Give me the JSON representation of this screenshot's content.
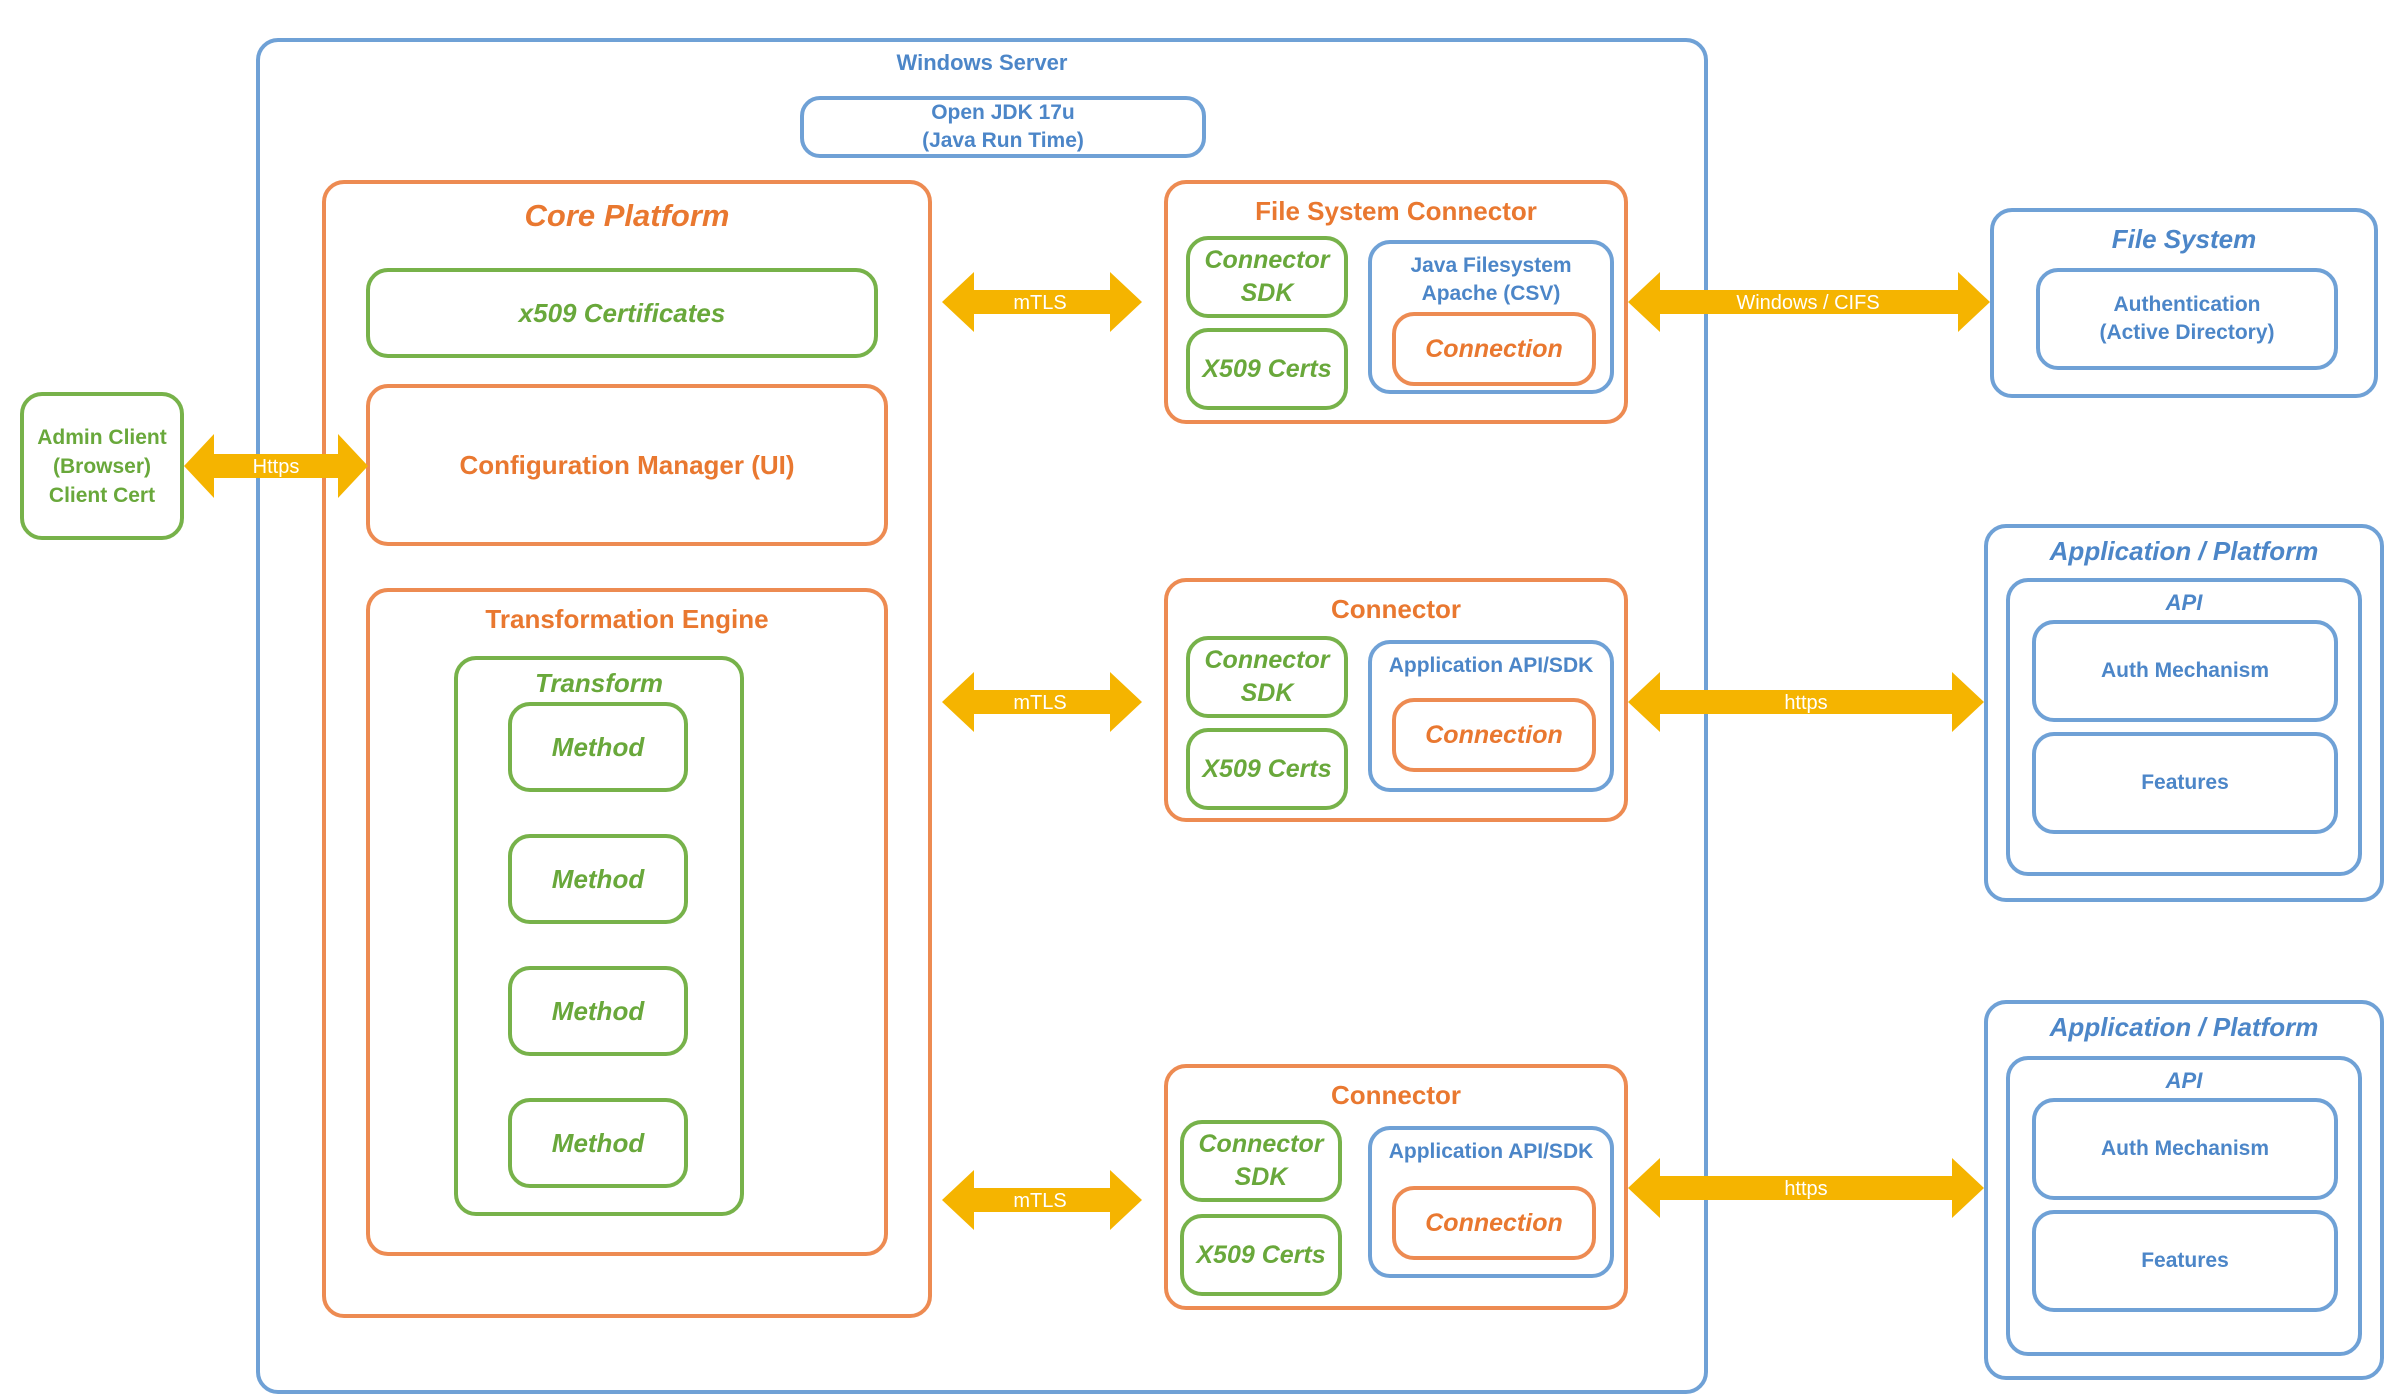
{
  "server": {
    "title": "Windows Server"
  },
  "jdk": {
    "line1": "Open JDK 17u",
    "line2": "(Java Run Time)"
  },
  "core": {
    "title": "Core Platform",
    "certs": "x509 Certificates",
    "config": "Configuration Manager (UI)",
    "engine": {
      "title": "Transformation Engine",
      "transform": "Transform",
      "methods": [
        "Method",
        "Method",
        "Method",
        "Method"
      ]
    }
  },
  "admin": {
    "line1": "Admin Client",
    "line2": "(Browser)",
    "line3": "Client Cert"
  },
  "connectors": [
    {
      "title": "File System Connector",
      "sdk_line1": "Connector",
      "sdk_line2": "SDK",
      "certs": "X509 Certs",
      "inner_line1": "Java Filesystem",
      "inner_line2": "Apache (CSV)",
      "connection": "Connection"
    },
    {
      "title": "Connector",
      "sdk_line1": "Connector",
      "sdk_line2": "SDK",
      "certs": "X509 Certs",
      "inner_line1": "Application API/SDK",
      "connection": "Connection"
    },
    {
      "title": "Connector",
      "sdk_line1": "Connector",
      "sdk_line2": "SDK",
      "certs": "X509 Certs",
      "inner_line1": "Application API/SDK",
      "connection": "Connection"
    }
  ],
  "filesystem": {
    "title": "File System",
    "auth_line1": "Authentication",
    "auth_line2": "(Active Directory)"
  },
  "platforms": [
    {
      "title": "Application / Platform",
      "api": "API",
      "auth": "Auth Mechanism",
      "features": "Features"
    },
    {
      "title": "Application / Platform",
      "api": "API",
      "auth": "Auth Mechanism",
      "features": "Features"
    }
  ],
  "arrows": {
    "https": "Https",
    "mtls_1": "mTLS",
    "mtls_2": "mTLS",
    "mtls_3": "mTLS",
    "cifs": "Windows / CIFS",
    "https_2": "https",
    "https_3": "https"
  },
  "colors": {
    "blue": "#6fa1d6",
    "orange": "#ed8b52",
    "green": "#77b24a",
    "arrow": "#f5b400"
  }
}
